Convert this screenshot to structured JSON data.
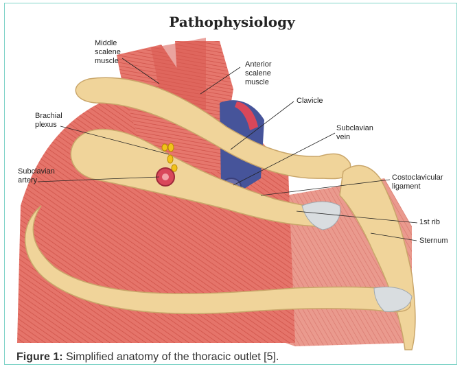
{
  "title": "Pathophysiology",
  "labels": {
    "middle_scalene": [
      "Middle",
      "scalene",
      "muscle"
    ],
    "anterior_scalene": [
      "Anterior",
      "scalene",
      "muscle"
    ],
    "clavicle": [
      "Clavicle"
    ],
    "brachial_plexus": [
      "Brachial",
      "plexus"
    ],
    "subclavian_vein": [
      "Subclavian",
      "vein"
    ],
    "subclavian_artery": [
      "Subclavian",
      "artery"
    ],
    "costoclavicular": [
      "Costoclavicular",
      "ligament"
    ],
    "first_rib": [
      "1st rib"
    ],
    "sternum": [
      "Sternum"
    ]
  },
  "caption": {
    "label": "Figure 1:",
    "text": " Simplified anatomy of the thoracic outlet [5]."
  },
  "colors": {
    "frame": "#7fd3c8",
    "muscle": "#e2685f",
    "bone": "#f0d49a",
    "artery": "#d9475a",
    "vein": "#46549a",
    "nerve": "#f2c21b"
  }
}
